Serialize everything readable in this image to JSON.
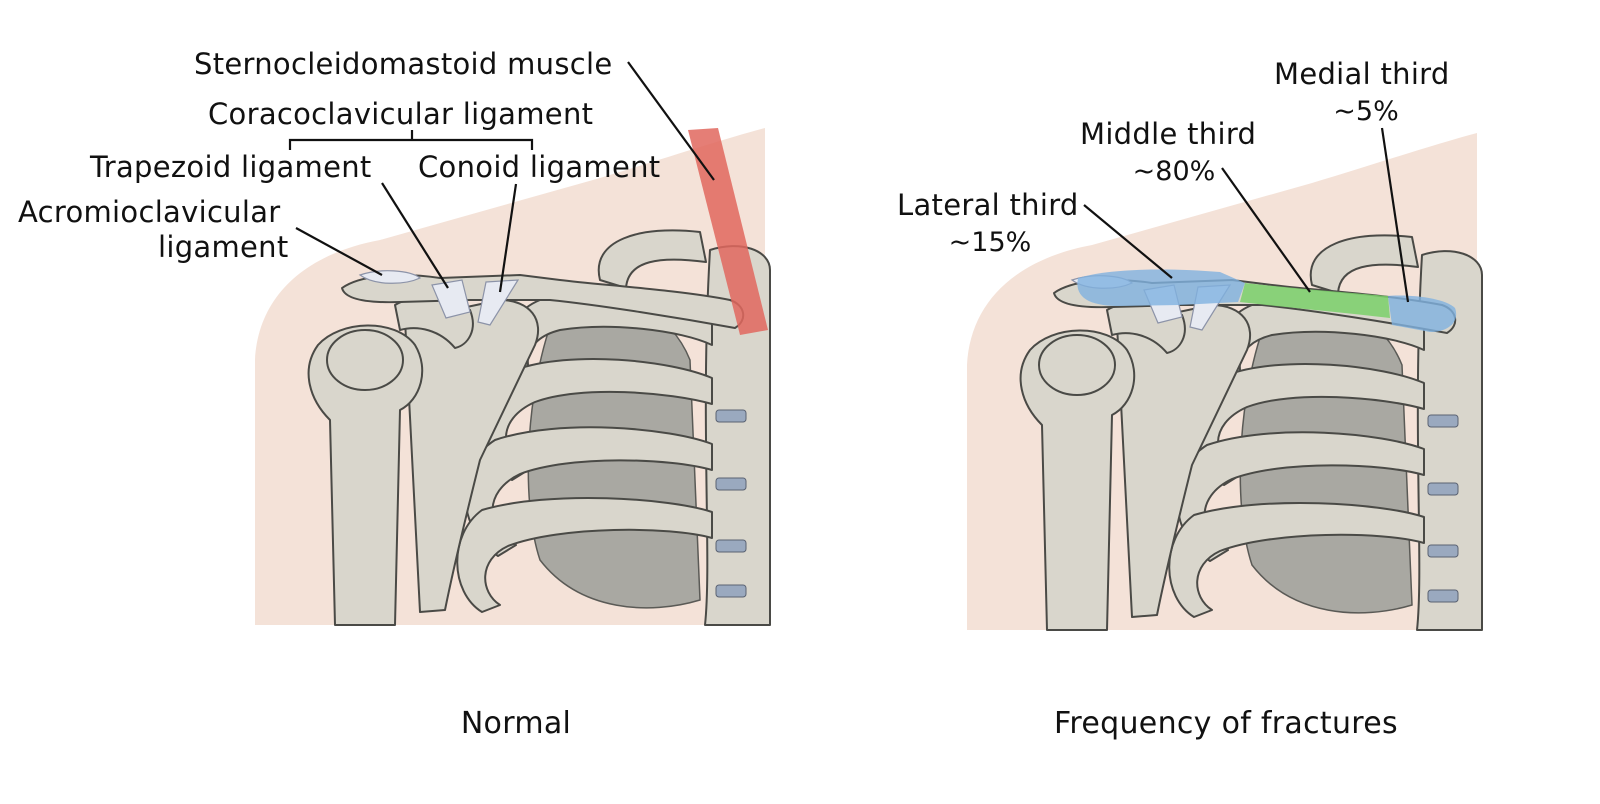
{
  "normal_panel": {
    "caption": "Normal",
    "labels": {
      "sternocleidomastoid": "Sternocleidomastoid muscle",
      "coracoclavicular": "Coracoclavicular ligament",
      "trapezoid": "Trapezoid ligament",
      "conoid": "Conoid ligament",
      "acromioclavicular_line1": "Acromioclavicular",
      "acromioclavicular_line2": "ligament"
    }
  },
  "fracture_panel": {
    "caption": "Frequency of fractures",
    "regions": [
      {
        "name": "Lateral third",
        "percent": "~15%",
        "color": "#7fb2e0"
      },
      {
        "name": "Middle third",
        "percent": "~80%",
        "color": "#7ad06a"
      },
      {
        "name": "Medial third",
        "percent": "~5%",
        "color": "#7fb2e0"
      }
    ]
  },
  "colors": {
    "skin": "#f4e2d8",
    "bone": "#d9d6cc",
    "muscle": "#e0675e",
    "lateral_highlight": "#7fb2e0",
    "middle_highlight": "#7ad06a",
    "medial_highlight": "#7fb2e0"
  }
}
